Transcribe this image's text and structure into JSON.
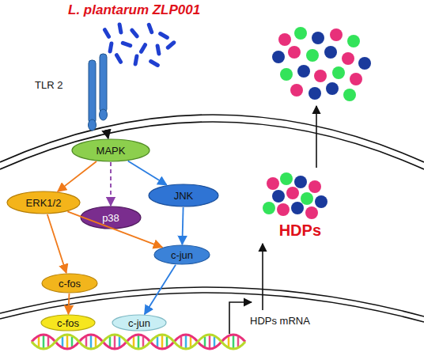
{
  "diagram": {
    "nodes": [
      {
        "text": [
          "TLR 2"
        ]
      },
      {
        "text": [
          "MAPK"
        ]
      },
      {
        "text": [
          "ERK1/2"
        ]
      },
      {
        "text": [
          "p38"
        ]
      },
      {
        "text": [
          "JNK"
        ]
      },
      {
        "text": [
          "c-jun"
        ]
      },
      {
        "text": [
          "c-fos"
        ]
      },
      {
        "text": [
          "c-fos"
        ]
      },
      {
        "text": [
          "c-jun"
        ]
      },
      {
        "text": [
          "HDPs"
        ]
      }
    ],
    "edges": [
      {
        "from": 0,
        "to": 1,
        "arrow": "to"
      },
      {
        "from": 1,
        "to": 2,
        "arrow": "to"
      },
      {
        "from": 1,
        "to": 3,
        "arrow": "to"
      },
      {
        "from": 1,
        "to": 4,
        "arrow": "to"
      },
      {
        "from": 2,
        "to": 6,
        "arrow": "to"
      },
      {
        "from": 2,
        "to": 5,
        "arrow": "to"
      },
      {
        "from": 4,
        "to": 5,
        "arrow": "to"
      },
      {
        "from": 6,
        "to": 7,
        "arrow": "to"
      },
      {
        "from": 5,
        "to": 8,
        "arrow": "to"
      }
    ],
    "labels": [
      "L. plantarum ZLP001",
      "HDPs mRNA"
    ]
  }
}
